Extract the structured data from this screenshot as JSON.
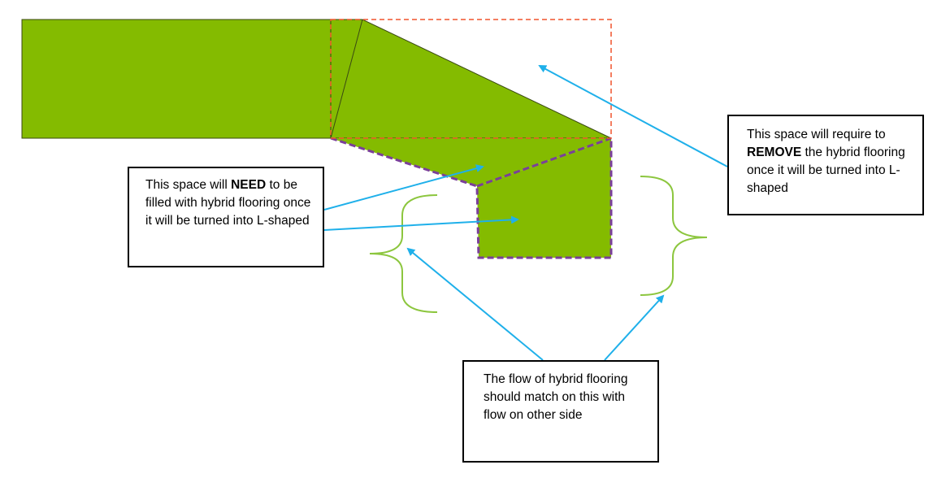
{
  "colors": {
    "floor_fill": "#84bb00",
    "floor_stroke": "#3a4a12",
    "remove_outline": "#f0542d",
    "fill_outline": "#7a3f9a",
    "arrow": "#1fb0ea",
    "brace": "#8cc63e",
    "box_border": "#000000",
    "text": "#000000"
  },
  "callouts": {
    "need": {
      "before": "This space will ",
      "emphasis": "NEED",
      "after": " to be filled with hybrid flooring once it will be turned into L-shaped"
    },
    "remove": {
      "before": "This space will require to ",
      "emphasis": "REMOVE",
      "after": " the hybrid flooring once it will be turned into L-shaped"
    },
    "flow": {
      "text": "The flow of hybrid flooring should match on this with flow on other side"
    }
  }
}
